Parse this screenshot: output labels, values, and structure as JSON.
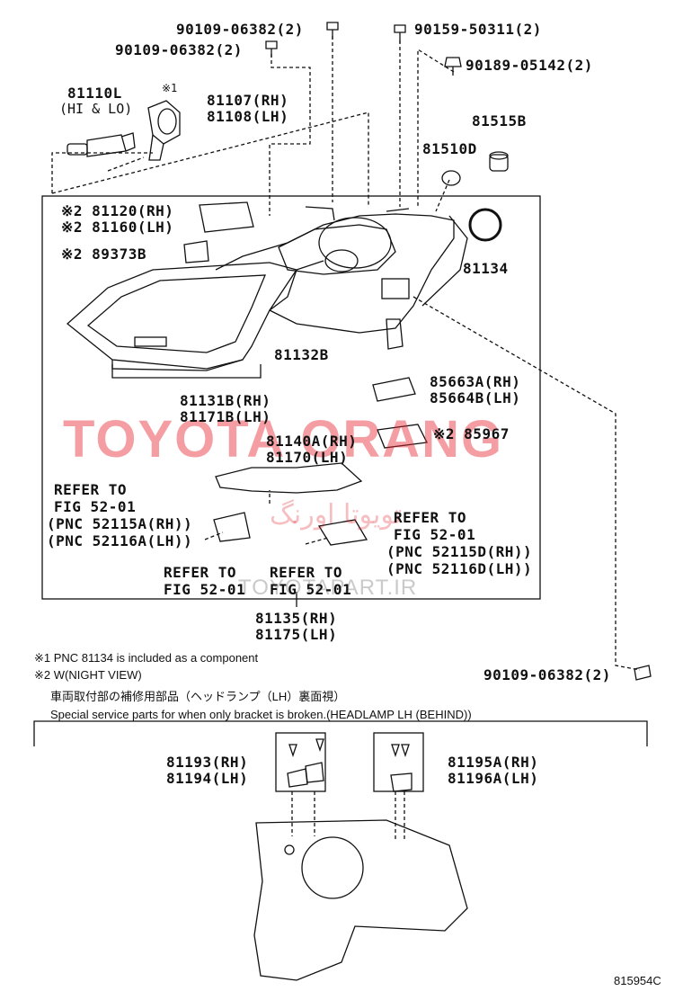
{
  "parts": {
    "p90109_a": "90109-06382(2)",
    "p90109_b": "90109-06382(2)",
    "p90159": "90159-50311(2)",
    "p90189": "90189-05142(2)",
    "p81110": "81110L",
    "p81110_sub": "(HI & LO)",
    "p81107_mark": "※1",
    "p81107": "81107(RH)",
    "p81108": "81108(LH)",
    "p81515": "81515B",
    "p81510": "81510D",
    "p81120": "※2 81120(RH)",
    "p81160": "※2 81160(LH)",
    "p89373": "※2 89373B",
    "p81134": "81134",
    "p81132": "81132B",
    "p81131": "81131B(RH)",
    "p81171": "81171B(LH)",
    "p85663": "85663A(RH)",
    "p85664": "85664B(LH)",
    "p85967": "※2 85967",
    "p81140": "81140A(RH)",
    "p81170": "81170(LH)",
    "refer_left": [
      "REFER TO",
      "FIG 52-01",
      "(PNC 52115A(RH))",
      "(PNC 52116A(LH))"
    ],
    "refer_right": [
      "REFER TO",
      "FIG 52-01",
      "(PNC 52115D(RH))",
      "(PNC 52116D(LH))"
    ],
    "refer_b1": [
      "REFER TO",
      "FIG 52-01"
    ],
    "refer_b2": [
      "REFER TO",
      "FIG 52-01"
    ],
    "p81135": "81135(RH)",
    "p81175": "81175(LH)",
    "p90109_c": "90109-06382(2)",
    "p81193": "81193(RH)",
    "p81194": "81194(LH)",
    "p81195": "81195A(RH)",
    "p81196": "81196A(LH)"
  },
  "notes": {
    "n1": "※1  PNC 81134 is included as a component",
    "n2": "※2  W(NIGHT VIEW)",
    "jp": "車両取付部の補修用部品（ヘッドランプ（LH）裏面視）",
    "en": "Special service parts for when only bracket is broken.(HEADLAMP LH (BEHIND))"
  },
  "watermark": {
    "main": "TOYOTA ORANG",
    "sub": "TOYOTAPART.IR",
    "fa": "تویوتا اورنگ",
    "color": "#e6283280"
  },
  "figure_id": "815954C"
}
